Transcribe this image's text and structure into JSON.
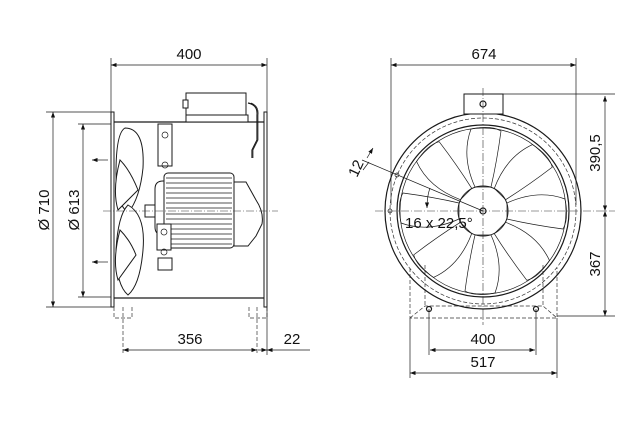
{
  "side_view": {
    "length": "400",
    "outer_diameter": "Ø 710",
    "inner_diameter": "Ø 613",
    "foot_spacing": "356",
    "flange_offset": "22"
  },
  "front_view": {
    "width": "674",
    "height_top": "390,5",
    "height_bottom": "367",
    "bolt_spacing": "400",
    "base_width": "517",
    "hole_size": "12",
    "hole_pattern": "16 x 22,5°"
  },
  "colors": {
    "line": "#1a1a1a",
    "background": "#ffffff"
  }
}
